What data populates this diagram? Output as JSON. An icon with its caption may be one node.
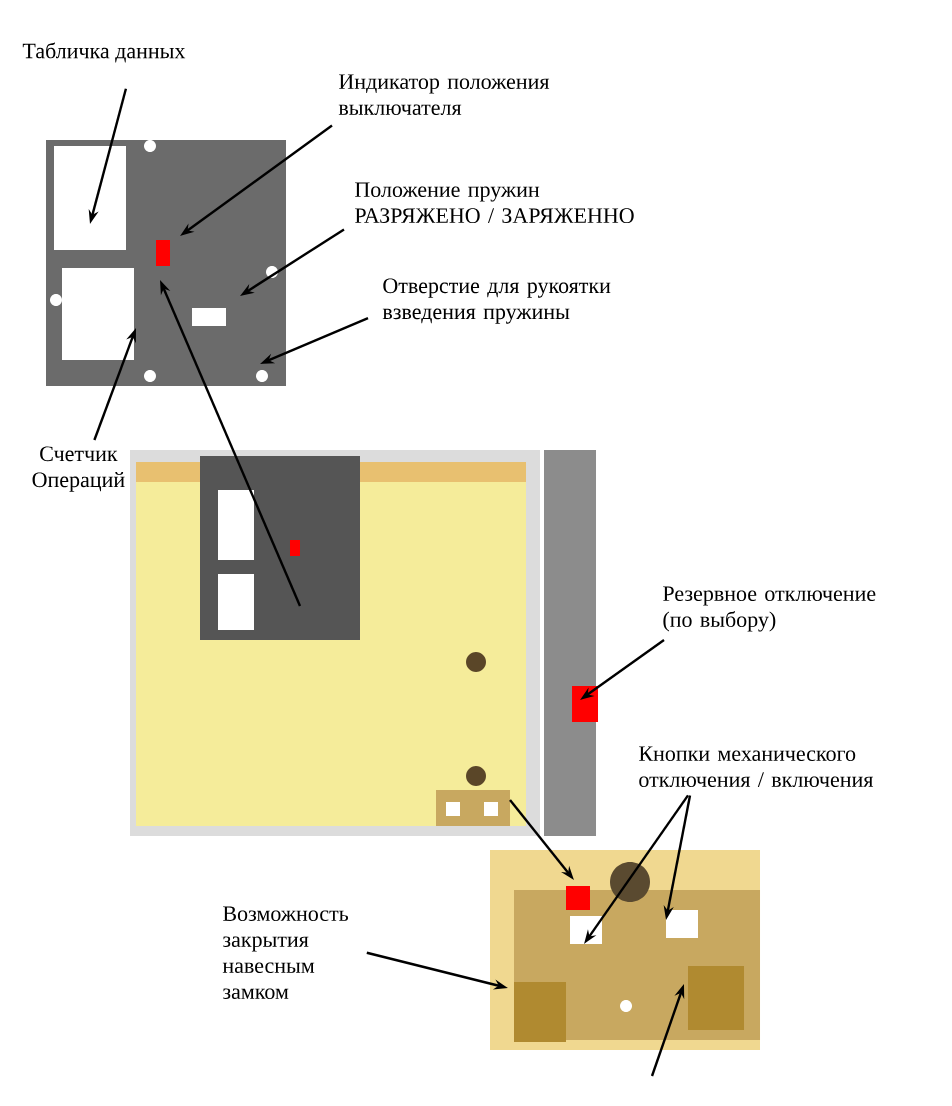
{
  "diagram": {
    "nodes": [
      {
        "text": [
          "Табличка данных"
        ]
      },
      {
        "text": [
          "Индикатор положения выключателя"
        ]
      },
      {
        "text": [
          "Положение пружин РАЗРЯЖЕНО / ЗАРЯЖЕННО"
        ]
      },
      {
        "text": [
          "Отверстие для рукоятки взведения пружины"
        ]
      },
      {
        "text": [
          "Счетчик Операций"
        ]
      },
      {
        "text": [
          "Резервное отключение (по выбору)"
        ]
      },
      {
        "text": [
          "Кнопки механического отключения / включения"
        ]
      },
      {
        "text": [
          "Возможность закрытия навесным замком"
        ]
      },
      {
        "text": [],
        "shape": "picture"
      },
      {
        "text": [],
        "shape": "picture"
      },
      {
        "text": [],
        "shape": "picture"
      }
    ],
    "edges": [
      {
        "from": 0,
        "to": 8,
        "arrow": "to"
      },
      {
        "from": 1,
        "to": 8,
        "arrow": "to"
      },
      {
        "from": 2,
        "to": 8,
        "arrow": "to"
      },
      {
        "from": 3,
        "to": 8,
        "arrow": "to"
      },
      {
        "from": 4,
        "to": 8,
        "arrow": "to"
      },
      {
        "from": 5,
        "to": 9,
        "arrow": "to"
      },
      {
        "from": 6,
        "to": 10,
        "arrow": "to"
      },
      {
        "from": 6,
        "to": 10,
        "arrow": "to"
      },
      {
        "from": 7,
        "to": 10,
        "arrow": "to"
      },
      {
        "from": 9,
        "to": 8,
        "arrow": "to"
      },
      {
        "from": 9,
        "to": 10,
        "arrow": "to"
      },
      {
        "from": null,
        "to": 10,
        "arrow": "to"
      }
    ]
  }
}
